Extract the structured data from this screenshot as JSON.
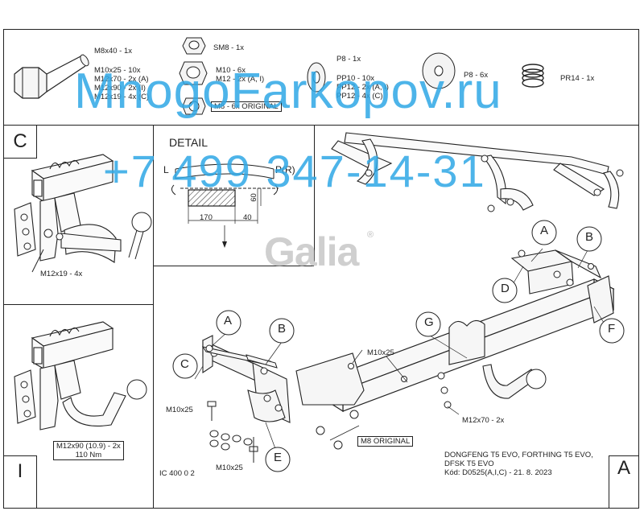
{
  "parts": {
    "bolt_text": "M8x40 - 1x",
    "bolt_list": [
      "M10x25 - 10x",
      "M12x70 - 2x (A)",
      "M12x90 - 2x (I)",
      "M12x19 - 4x (C)"
    ],
    "nut_sm8": "SM8 - 1x",
    "nut_list": [
      "M10 - 6x",
      "M12 - 2x (A, I)"
    ],
    "nut_original": "M8 - 6x ORIGINAL",
    "washer_p8_1": "P8 - 1x",
    "washer_pp_list": [
      "PP10 - 10x",
      "PP12 - 2x (A, I)",
      "PP12 - 4x (C)"
    ],
    "washer_p8_6": "P8 - 6x",
    "spring": "PR14 - 1x"
  },
  "panels": {
    "c_label": "C",
    "c_bolt": "M12x19 - 4x",
    "i_label": "I",
    "i_bolt_lines": [
      "M12x90 (10.9) - 2x",
      "110 Nm"
    ],
    "a_label": "A"
  },
  "detail": {
    "title": "DETAIL",
    "left": "L",
    "right": "P(R)",
    "dim_170": "170",
    "dim_40": "40",
    "dim_60": "60"
  },
  "logo": {
    "text": "Galia",
    "reg": "®"
  },
  "callouts": {
    "A": "A",
    "B": "B",
    "C": "C",
    "D": "D",
    "E": "E",
    "F": "F",
    "G": "G"
  },
  "labels": {
    "m10x25_a": "M10x25",
    "m10x25_b": "M10x25",
    "m10x25_c": "M10x25",
    "m12x70": "M12x70 - 2x",
    "m8_original": "M8 ORIGINAL"
  },
  "footer": {
    "code": "IC 400 0 2",
    "vehicle_lines": [
      "DONGFENG T5 EVO, FORTHING T5 EVO,",
      "DFSK T5 EVO",
      "Kód: D0525(A,I,C) - 21. 8. 2023"
    ]
  },
  "watermark": {
    "site": "MnogoFarkopov.ru",
    "phone": "+7 499 347-14-31",
    "color": "#2fa8e6"
  }
}
